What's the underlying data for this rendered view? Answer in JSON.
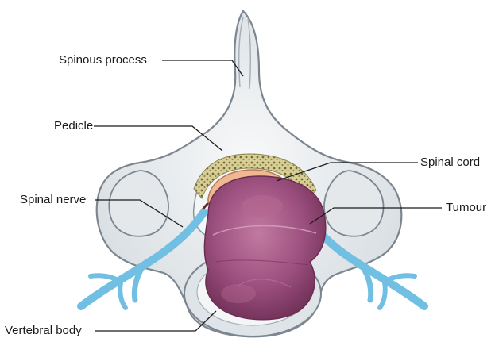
{
  "labels": {
    "spinous_process": "Spinous process",
    "pedicle": "Pedicle",
    "spinal_cord": "Spinal cord",
    "spinal_nerve": "Spinal nerve",
    "tumour": "Tumour",
    "vertebral_body": "Vertebral body"
  },
  "colors": {
    "bone_fill": "#eceff1",
    "bone_outline": "#7c8690",
    "nerve": "#72bfe4",
    "tumour": "#9b4f78",
    "spinal_cord": "#f1b790",
    "fat_layer": "#cfc387"
  }
}
